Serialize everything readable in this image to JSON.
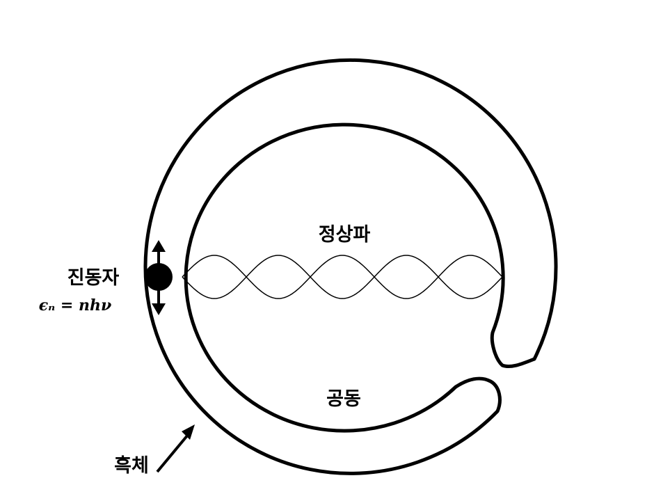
{
  "labels": {
    "standing_wave": "정상파",
    "oscillator": "진동자",
    "energy_formula": "ϵₙ = nhν",
    "cavity": "공동",
    "blackbody": "흑체"
  },
  "colors": {
    "stroke": "#000000",
    "fill": "#ffffff"
  },
  "standing_wave": {
    "antinode_loops": 5
  }
}
